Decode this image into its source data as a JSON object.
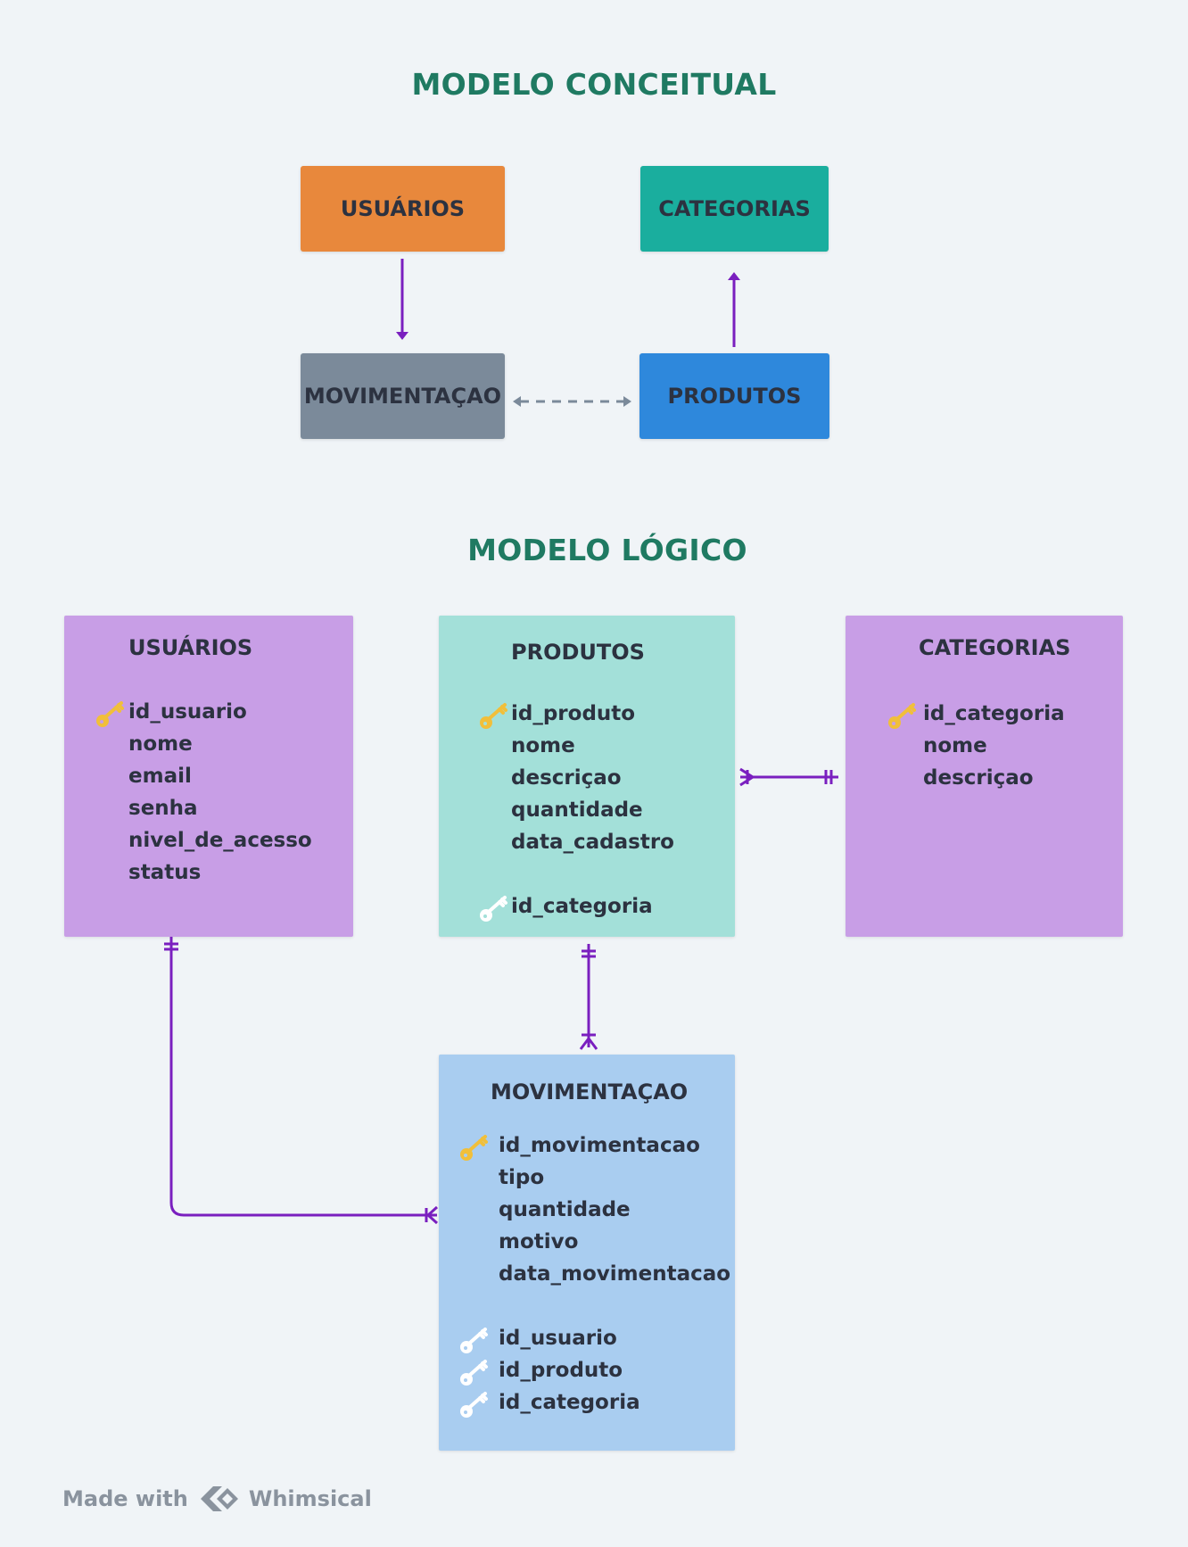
{
  "conceptual": {
    "title": "MODELO CONCEITUAL",
    "boxes": {
      "usuarios": {
        "label": "USUÁRIOS",
        "color": "#e8883c"
      },
      "categorias": {
        "label": "CATEGORIAS",
        "color": "#1aae9e"
      },
      "movimentacao": {
        "label": "MOVIMENTAÇAO",
        "color": "#7b8a9a"
      },
      "produtos": {
        "label": "PRODUTOS",
        "color": "#2e88dc"
      }
    }
  },
  "logical": {
    "title": "MODELO LÓGICO",
    "entities": {
      "usuarios": {
        "name": "USUÁRIOS",
        "color": "#c89ee6",
        "attributes": [
          "id_usuario",
          "nome",
          "email",
          "senha",
          "nivel_de_acesso",
          "status"
        ]
      },
      "produtos": {
        "name": "PRODUTOS",
        "color": "#a3e0d9",
        "attributes": [
          "id_produto",
          "nome",
          "descriçao",
          "quantidade",
          "data_cadastro"
        ],
        "foreign_keys": [
          "id_categoria"
        ]
      },
      "categorias": {
        "name": "CATEGORIAS",
        "color": "#c89ee6",
        "attributes": [
          "id_categoria",
          "nome",
          "descriçao"
        ]
      },
      "movimentacao": {
        "name": "MOVIMENTAÇAO",
        "color": "#a9cdf0",
        "attributes": [
          "id_movimentacao",
          "tipo",
          "quantidade",
          "motivo",
          "data_movimentacao"
        ],
        "foreign_keys": [
          "id_usuario",
          "id_produto",
          "id_categoria"
        ]
      }
    }
  },
  "colors": {
    "title": "#1f7a62",
    "primary_key": "#f1bf3a",
    "foreign_key": "#ffffff",
    "relation": "#7a1fbf",
    "dashed": "#7b8a9a"
  },
  "icons": {
    "primary_key": "key-icon",
    "foreign_key": "key-icon",
    "brand": "whimsical-logo-icon"
  },
  "footer": {
    "made_with": "Made with",
    "brand": "Whimsical"
  }
}
